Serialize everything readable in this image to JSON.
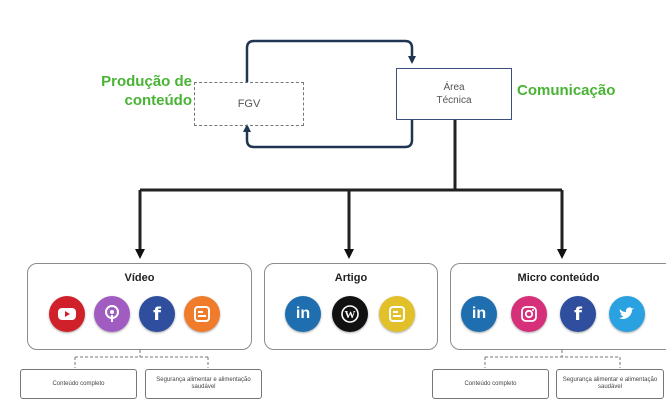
{
  "top": {
    "left_label": [
      "Produção de",
      "conteúdo"
    ],
    "right_label": "Comunicação",
    "fgv_box": "FGV",
    "area_box": [
      "Área",
      "Técnica"
    ]
  },
  "panels": [
    {
      "title": "Vídeo",
      "icons": [
        {
          "name": "youtube-icon",
          "color": "#d0202a"
        },
        {
          "name": "podcast-icon",
          "color": "#a05cc0"
        },
        {
          "name": "facebook-icon",
          "color": "#2f4f9e"
        },
        {
          "name": "blogger-icon",
          "color": "#f07b2a"
        }
      ],
      "leaves": [
        "Conteúdo completo",
        "Segurança alimentar e alimentação saudável"
      ]
    },
    {
      "title": "Artigo",
      "icons": [
        {
          "name": "linkedin-icon",
          "color": "#1f6fb0"
        },
        {
          "name": "wordpress-icon",
          "color": "#111111"
        },
        {
          "name": "blogger-icon",
          "color": "#e2c02a"
        }
      ],
      "leaves": []
    },
    {
      "title": "Micro conteúdo",
      "icons": [
        {
          "name": "linkedin-icon",
          "color": "#1f6fb0"
        },
        {
          "name": "instagram-icon",
          "color": "#d6307a"
        },
        {
          "name": "facebook-icon",
          "color": "#2f4f9e"
        },
        {
          "name": "twitter-icon",
          "color": "#2aa1e0"
        }
      ],
      "leaves": [
        "Conteúdo completo",
        "Segurança alimentar e alimentação saudável"
      ]
    }
  ]
}
